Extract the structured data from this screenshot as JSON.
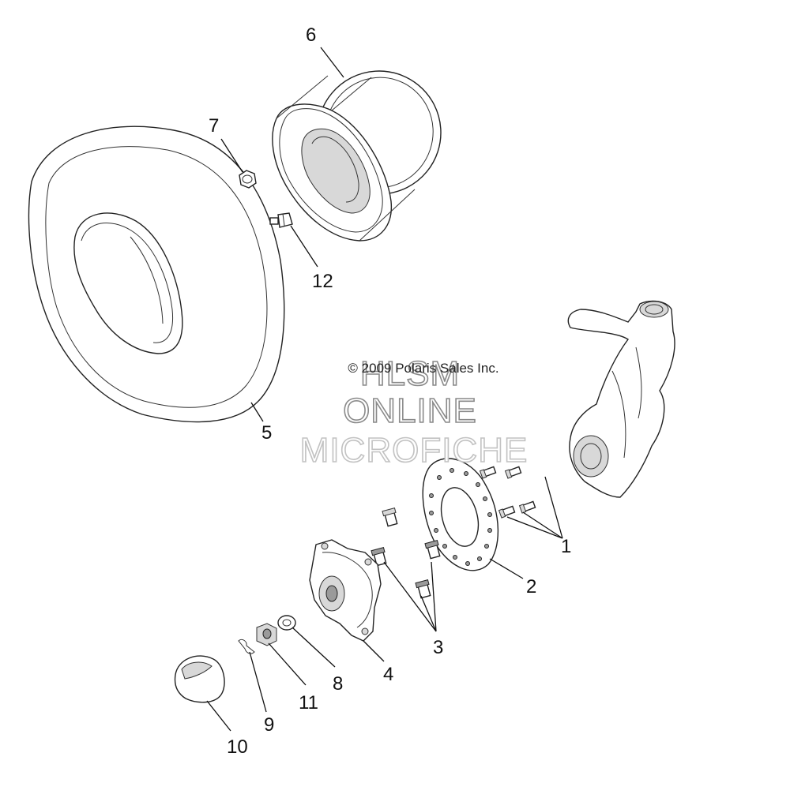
{
  "copyright": "© 2009 Polaris Sales Inc.",
  "watermark": {
    "line1": "HLSM",
    "line2": "ONLINE",
    "line3": "MICROFICHE"
  },
  "callouts": {
    "c1": "1",
    "c2": "2",
    "c3": "3",
    "c4": "4",
    "c5": "5",
    "c6": "6",
    "c7": "7",
    "c8": "8",
    "c9": "9",
    "c10": "10",
    "c11": "11",
    "c12": "12"
  }
}
